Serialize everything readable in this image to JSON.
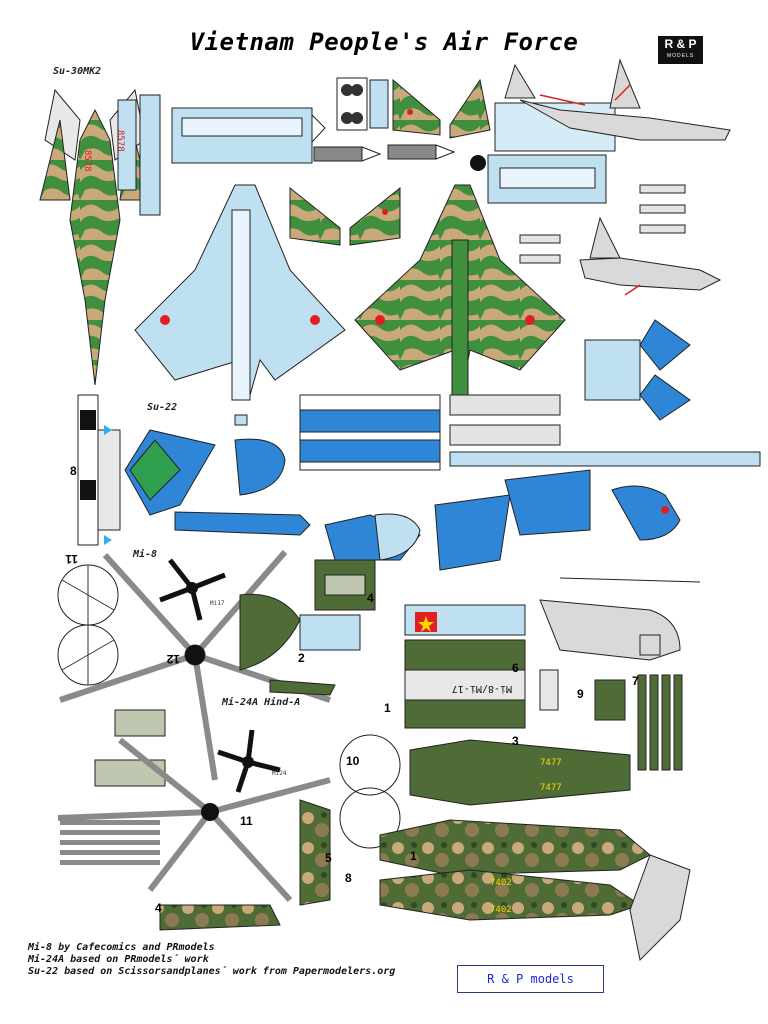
{
  "page": {
    "title": "Vietnam People's Air Force",
    "logo": {
      "main": "R & P",
      "sub": "MODELS"
    }
  },
  "sections": {
    "su30": "Su-30MK2",
    "su22": "Su-22",
    "mi8": "Mi-8",
    "mi24": "Mi-24A Hind-A"
  },
  "markings": {
    "su30_serial": "8578",
    "mi8_side": "Mi-8/Mi-17",
    "mi24_serial_top": "7477",
    "mi24_serial_side": "7477",
    "mi24_serial_bottom": "7402",
    "mi24_serial_bottom2": "7402",
    "rotor_hub_mi8": "Mi17",
    "rotor_hub_mi24": "Mi24"
  },
  "part_numbers": [
    "8",
    "11",
    "12",
    "2",
    "4",
    "1",
    "6",
    "9",
    "3",
    "5",
    "10",
    "7"
  ],
  "credits": [
    "Mi-8 by Cafecomics and PRmodels",
    "Mi-24A based on PRmodels´ work",
    "Su-22 based on Scissorsandplanes´ work from Papermodelers.org"
  ],
  "footer": {
    "label": "R & P models"
  },
  "colors": {
    "camo_green": "#3f8f3f",
    "camo_tan": "#c9a87a",
    "light_blue": "#bfe0f0",
    "su22_blue": "#2f86d6",
    "light_grey": "#e3e3e3",
    "olive": "#4f6b36",
    "red": "#e02020"
  }
}
